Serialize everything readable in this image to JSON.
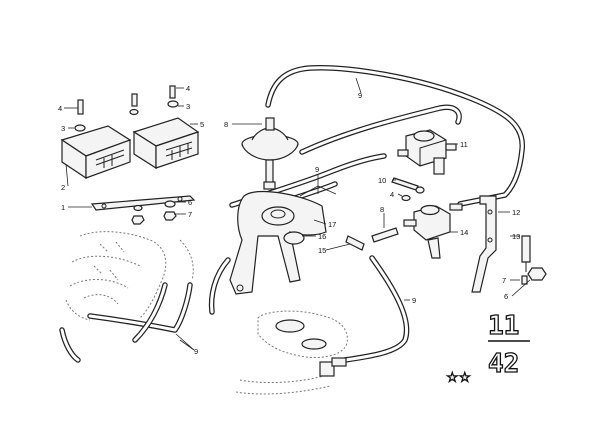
{
  "callouts": [
    {
      "id": "c1a",
      "text": "1"
    },
    {
      "id": "c2a",
      "text": "2"
    },
    {
      "id": "c3a",
      "text": "3"
    },
    {
      "id": "c3b",
      "text": "3"
    },
    {
      "id": "c4a",
      "text": "4"
    },
    {
      "id": "c4b",
      "text": "4"
    },
    {
      "id": "c4c",
      "text": "4"
    },
    {
      "id": "c5a",
      "text": "5"
    },
    {
      "id": "c6a",
      "text": "6"
    },
    {
      "id": "c6b",
      "text": "6"
    },
    {
      "id": "c7a",
      "text": "7"
    },
    {
      "id": "c7b",
      "text": "7"
    },
    {
      "id": "c8a",
      "text": "8"
    },
    {
      "id": "c8b",
      "text": "8"
    },
    {
      "id": "c9a",
      "text": "9"
    },
    {
      "id": "c9b",
      "text": "9"
    },
    {
      "id": "c9c",
      "text": "9"
    },
    {
      "id": "c9d",
      "text": "9"
    },
    {
      "id": "c10a",
      "text": "10"
    },
    {
      "id": "c11a",
      "text": "11"
    },
    {
      "id": "c12a",
      "text": "12"
    },
    {
      "id": "c13a",
      "text": "13"
    },
    {
      "id": "c14a",
      "text": "14"
    },
    {
      "id": "c15a",
      "text": "15"
    },
    {
      "id": "c16a",
      "text": "16"
    },
    {
      "id": "c17a",
      "text": "17"
    }
  ],
  "group_number": {
    "main": "11",
    "sub": "42"
  },
  "stars": "☆☆"
}
